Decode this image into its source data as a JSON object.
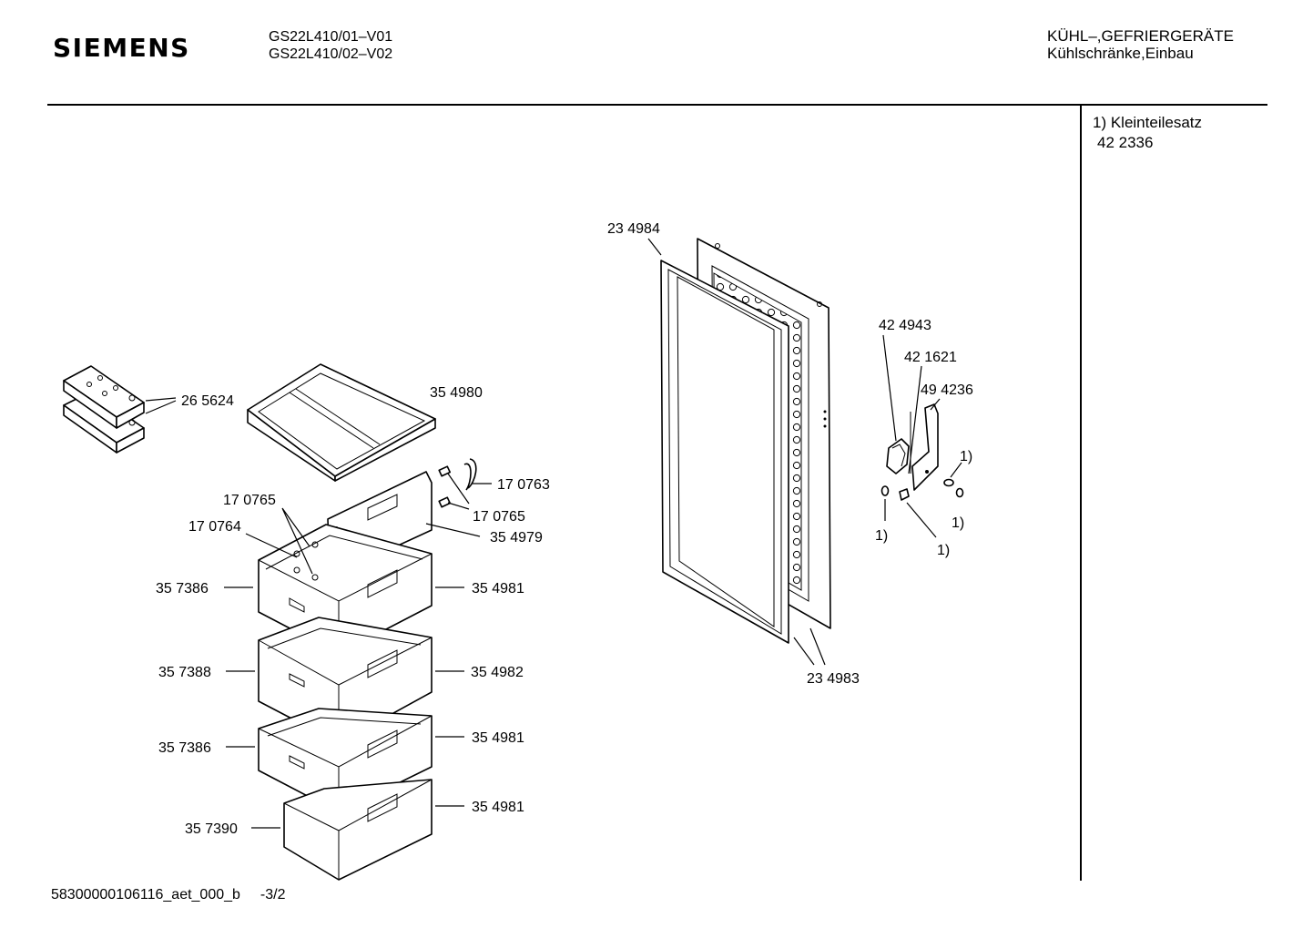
{
  "header": {
    "brand": "SIEMENS",
    "models": [
      "GS22L410/01–V01",
      "GS22L410/02–V02"
    ],
    "category": [
      "KÜHL–,GEFRIERGERÄTE",
      "Kühlschränke,Einbau"
    ]
  },
  "notes": {
    "kit_label": "1) Kleinteilesatz",
    "kit_number": "42 2336"
  },
  "parts": {
    "p265624": "26 5624",
    "p354980": "35 4980",
    "p170763": "17 0763",
    "p170765a": "17 0765",
    "p170765b": "17 0765",
    "p170764": "17 0764",
    "p354979": "35 4979",
    "p357386a": "35 7386",
    "p354981a": "35 4981",
    "p357388": "35 7388",
    "p354982": "35 4982",
    "p357386b": "35 7386",
    "p354981b": "35 4981",
    "p357390": "35 7390",
    "p354981c": "35 4981",
    "p234984": "23 4984",
    "p234983": "23 4983",
    "p424943": "42 4943",
    "p421621": "42 1621",
    "p494236": "49 4236",
    "k1": "1)",
    "k2": "1)",
    "k3": "1)",
    "k4": "1)"
  },
  "footer": {
    "doc_id": "58300000106116_aet_000_b",
    "page": "-3/2"
  },
  "icons": [
    "cold-pack-icon",
    "ice-tray-icon",
    "drawer-icon",
    "door-panel-icon",
    "door-gasket-icon",
    "hinge-icon",
    "screw-icon"
  ]
}
